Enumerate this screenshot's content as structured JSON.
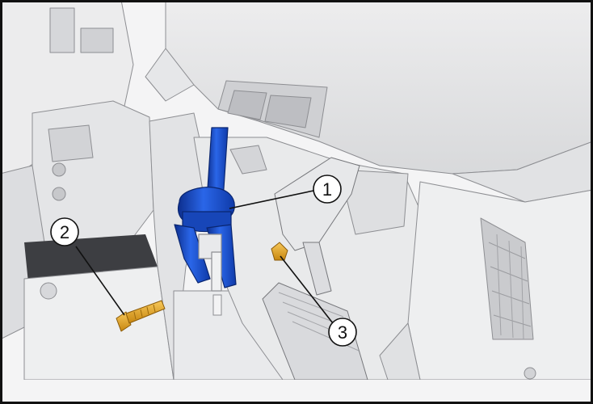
{
  "callouts": [
    {
      "label": "1",
      "part": "blue-shaft-assembly"
    },
    {
      "label": "2",
      "part": "yellow-bolt"
    },
    {
      "label": "3",
      "part": "yellow-nut"
    }
  ],
  "colors": {
    "frame": "#111111",
    "panel_light": "#f2f2f3",
    "panel_mid": "#e3e4e6",
    "panel_dark": "#c9cacd",
    "part_blue": "#1f57d6",
    "part_blue_dark": "#0d2f8f",
    "part_yellow": "#e8a723",
    "part_yellow_dark": "#a8700e"
  }
}
